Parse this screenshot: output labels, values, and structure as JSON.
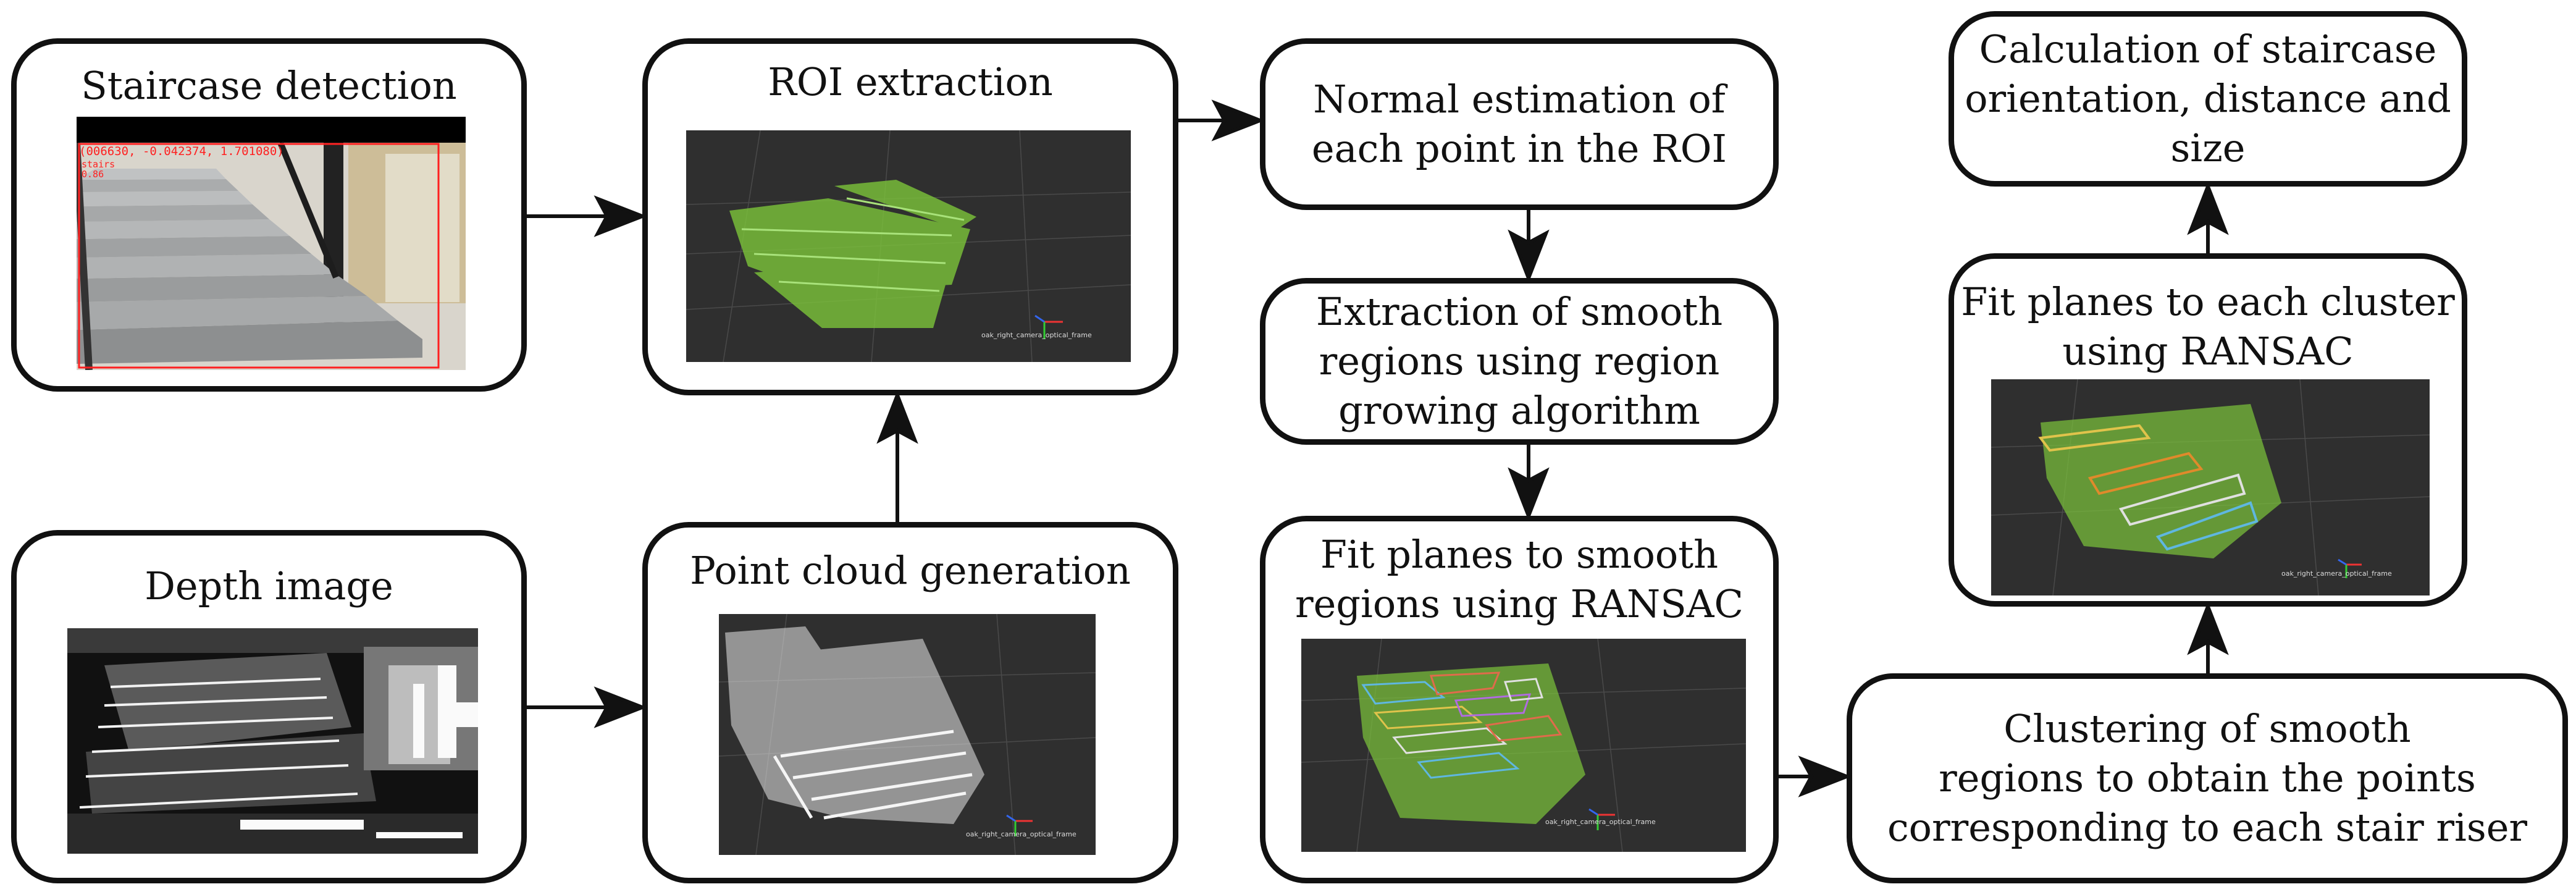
{
  "nodes": {
    "staircase_detection": {
      "title": "Staircase detection",
      "overlay_line1": "(006630, -0.042374, 1.701080)",
      "overlay_line2": "stairs",
      "overlay_line3": "0.86"
    },
    "depth_image": {
      "title": "Depth image"
    },
    "roi_extraction": {
      "title": "ROI extraction",
      "frame_label": "oak_right_camera_optical_frame"
    },
    "point_cloud_generation": {
      "title": "Point cloud generation",
      "frame_label": "oak_right_camera_optical_frame"
    },
    "normal_estimation": {
      "line1": "Normal estimation of",
      "line2": "each point in the ROI"
    },
    "smooth_region_extraction": {
      "line1": "Extraction of smooth",
      "line2": "regions using region",
      "line3": "growing algorithm"
    },
    "fit_planes_smooth": {
      "line1": "Fit planes to smooth",
      "line2": "regions using RANSAC",
      "frame_label": "oak_right_camera_optical_frame"
    },
    "clustering": {
      "line1": "Clustering of smooth",
      "line2": "regions to obtain the points",
      "line3": "corresponding to each stair riser"
    },
    "fit_planes_cluster": {
      "line1": "Fit planes to each cluster",
      "line2": "using RANSAC",
      "frame_label": "oak_right_camera_optical_frame"
    },
    "staircase_calculation": {
      "line1": "Calculation of staircase",
      "line2": "orientation, distance and",
      "line3": "size"
    }
  },
  "colors": {
    "border": "#111111",
    "viz_background": "#2f2f2f",
    "point_green": "#7cc43a",
    "point_white": "#e8e8e8",
    "detection_red": "#ff2020"
  }
}
